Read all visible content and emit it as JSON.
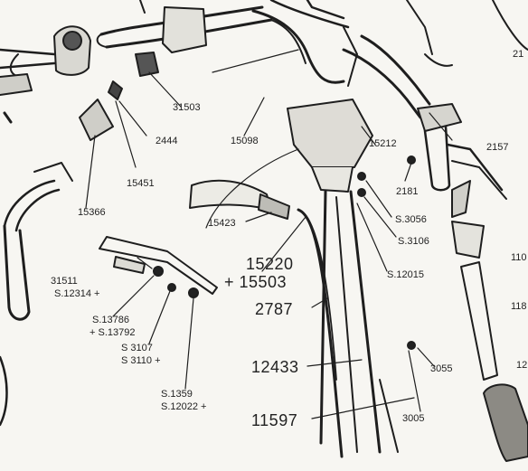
{
  "parts": {
    "p31503": "31503",
    "p2444": "2444",
    "p15098": "15098",
    "p15212": "15212",
    "p2157": "2157",
    "p2181": "2181",
    "p15451": "15451",
    "p15366": "15366",
    "p15423": "15423",
    "s3056": "S.3056",
    "s3106": "S.3106",
    "p15220": "15220",
    "p15503": "+ 15503",
    "s12015": "S.12015",
    "p31511": "31511",
    "s12314": "S.12314 +",
    "s13786": "S.13786",
    "s13792": "+ S.13792",
    "s3107": "S 3107",
    "s3110": "S 3110 +",
    "s1359": "S.1359",
    "s12022": "S.12022 +",
    "p2787": "2787",
    "p12433": "12433",
    "p11597": "11597",
    "p3055": "3055",
    "p3005": "3005",
    "edge217": "21",
    "edge1106": "110",
    "edge1185": "118",
    "edge12": "12"
  },
  "colors": {
    "ink": "#1e1e1e",
    "paper": "#f7f6f2"
  }
}
